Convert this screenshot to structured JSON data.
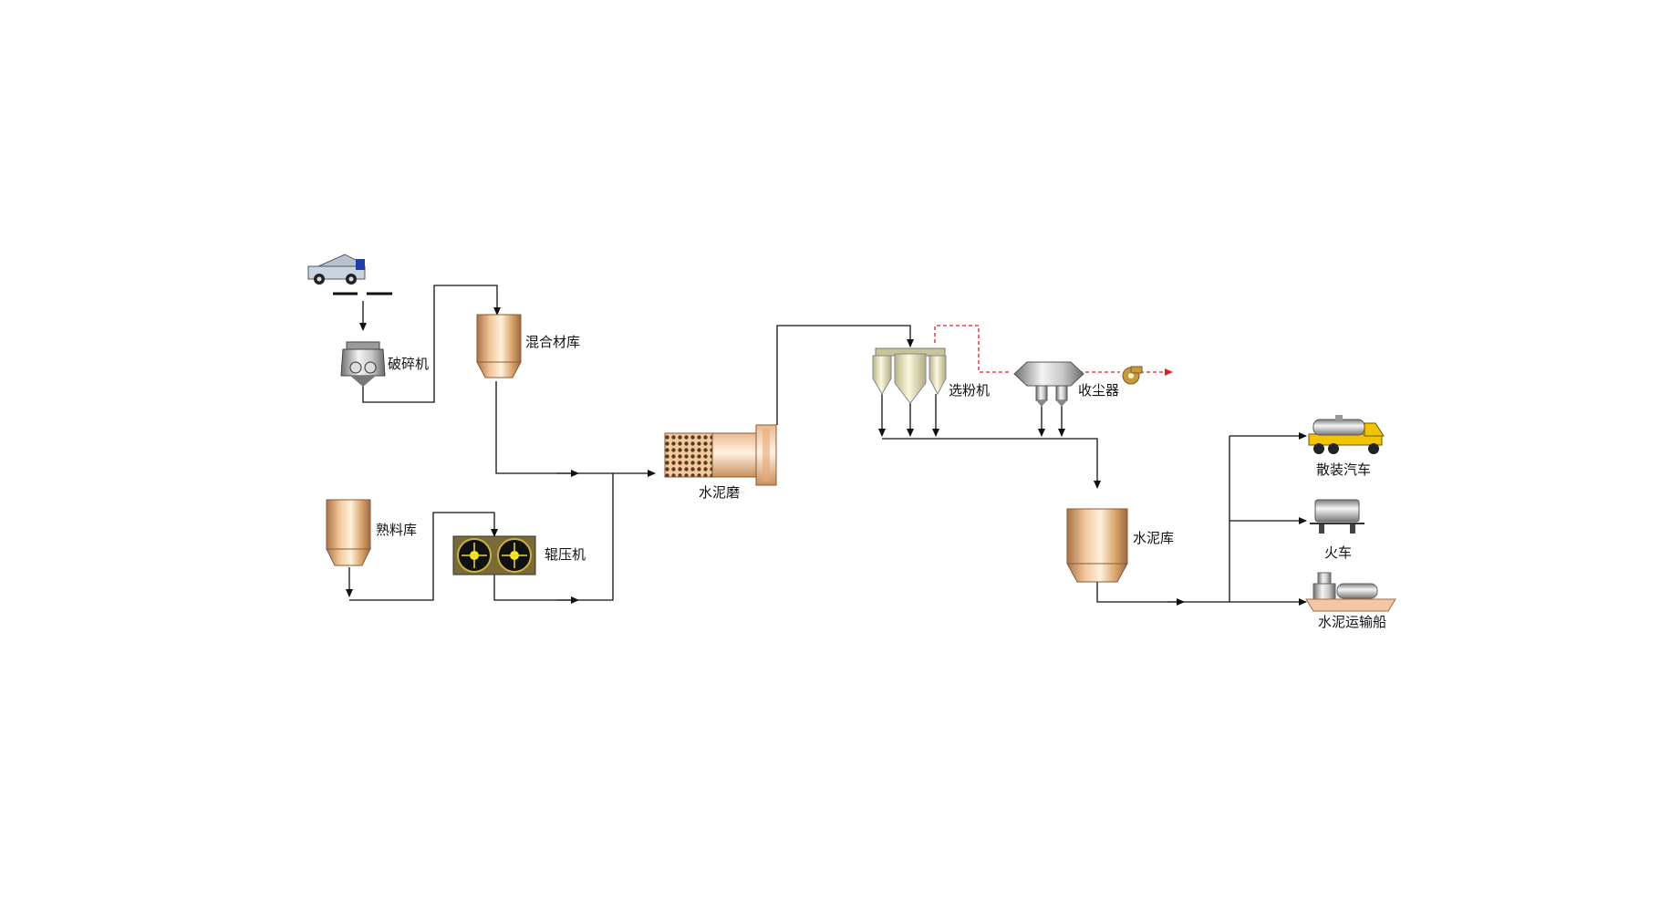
{
  "labels": {
    "crusher": "破碎机",
    "mixed_material_silo": "混合材库",
    "clinker_silo": "熟料库",
    "roller_press": "辊压机",
    "cement_mill": "水泥磨",
    "separator": "选粉机",
    "dust_collector": "收尘器",
    "cement_silo": "水泥库",
    "bulk_truck": "散装汽车",
    "train": "火车",
    "cement_ship": "水泥运输船"
  },
  "colors": {
    "flow_line": "#111111",
    "exhaust_line": "#e02020",
    "silo_copper": "#d9a46b",
    "separator_cream": "#e6e2b4",
    "truck_yellow": "#f2c300"
  }
}
